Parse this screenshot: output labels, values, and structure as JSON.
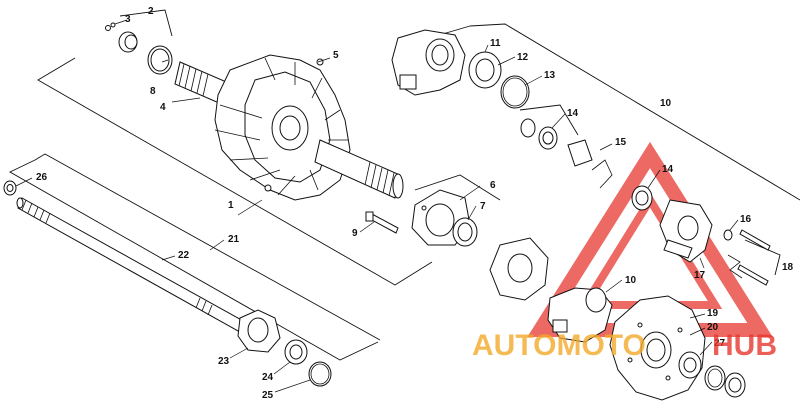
{
  "diagram": {
    "callouts": [
      {
        "id": "c1",
        "label": "1"
      },
      {
        "id": "c2",
        "label": "2"
      },
      {
        "id": "c3",
        "label": "3"
      },
      {
        "id": "c4",
        "label": "4"
      },
      {
        "id": "c5",
        "label": "5"
      },
      {
        "id": "c6",
        "label": "6"
      },
      {
        "id": "c7",
        "label": "7"
      },
      {
        "id": "c8",
        "label": "8"
      },
      {
        "id": "c9",
        "label": "9"
      },
      {
        "id": "c10a",
        "label": "10"
      },
      {
        "id": "c10b",
        "label": "10"
      },
      {
        "id": "c11",
        "label": "11"
      },
      {
        "id": "c12",
        "label": "12"
      },
      {
        "id": "c13",
        "label": "13"
      },
      {
        "id": "c14a",
        "label": "14"
      },
      {
        "id": "c14b",
        "label": "14"
      },
      {
        "id": "c15",
        "label": "15"
      },
      {
        "id": "c16",
        "label": "16"
      },
      {
        "id": "c17",
        "label": "17"
      },
      {
        "id": "c18",
        "label": "18"
      },
      {
        "id": "c19",
        "label": "19"
      },
      {
        "id": "c20",
        "label": "20"
      },
      {
        "id": "c21",
        "label": "21"
      },
      {
        "id": "c22",
        "label": "22"
      },
      {
        "id": "c23",
        "label": "23"
      },
      {
        "id": "c24",
        "label": "24"
      },
      {
        "id": "c25",
        "label": "25"
      },
      {
        "id": "c26",
        "label": "26"
      },
      {
        "id": "c27",
        "label": "27"
      }
    ]
  },
  "watermark": {
    "text_left": "AUTOMOTO",
    "text_right": "HUB",
    "color_red": "#e8382f",
    "color_orange": "#f3a92a"
  }
}
